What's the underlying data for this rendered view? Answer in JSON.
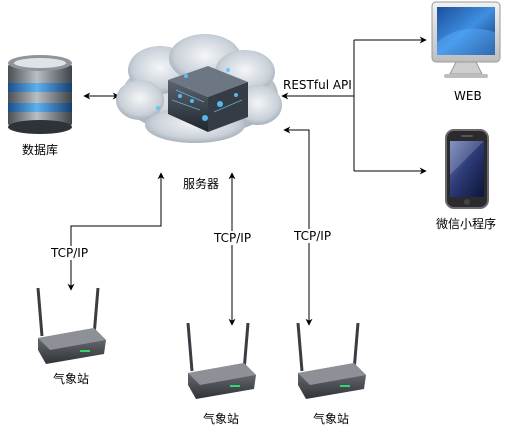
{
  "nodes": {
    "database": {
      "label": "数据库"
    },
    "server": {
      "label": "服务器"
    },
    "web": {
      "label": "WEB"
    },
    "miniprogram": {
      "label": "微信小程序"
    },
    "station_1": {
      "label": "气象站"
    },
    "station_2": {
      "label": "气象站"
    },
    "station_3": {
      "label": "气象站"
    }
  },
  "edges": {
    "server_clients": {
      "label": "RESTful API"
    },
    "station_1_server": {
      "label": "TCP/IP"
    },
    "station_2_server": {
      "label": "TCP/IP"
    },
    "station_3_server": {
      "label": "TCP/IP"
    }
  }
}
